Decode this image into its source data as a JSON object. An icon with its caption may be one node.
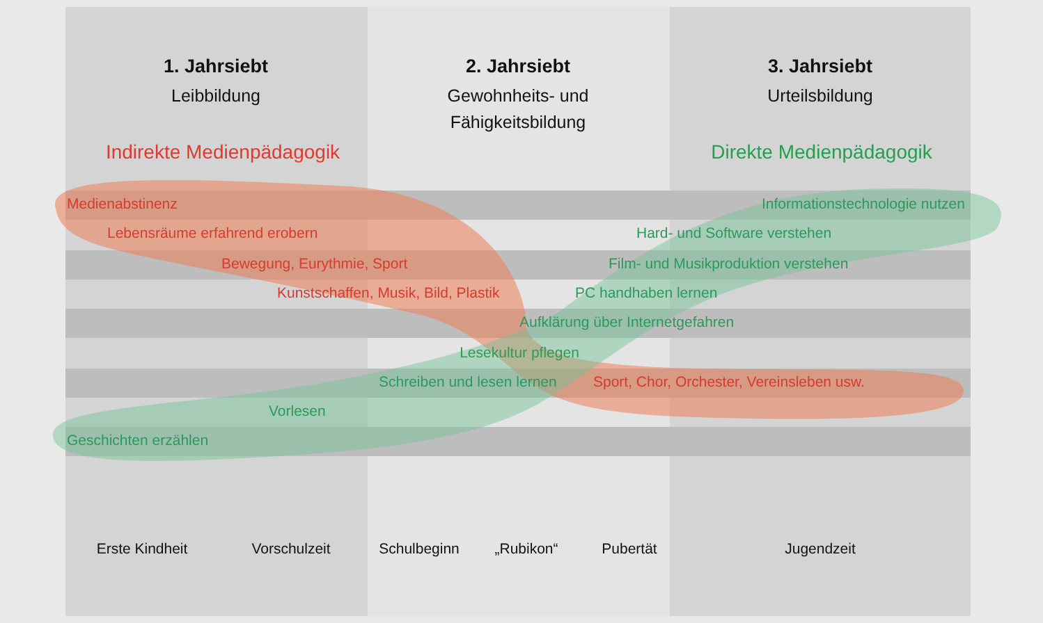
{
  "diagram": {
    "nodes": [
      {
        "text": [
          "Medienabstinenz",
          "Lebensräume erfahrend erobern",
          "Bewegung, Eurythmie, Sport",
          "Kunstschaffen, Musik, Bild, Plastik",
          "Sport, Chor, Orchester, Vereinsleben usw."
        ]
      },
      {
        "text": [
          "Informationstechnologie nutzen",
          "Hard- und Software verstehen",
          "Film- und Musikproduktion verstehen",
          "PC handhaben lernen",
          "Aufklärung über Internetgefahren",
          "Schreiben und lesen lernen",
          "Vorlesen",
          "Geschichten erzählen"
        ]
      }
    ],
    "labels": [
      "1. Jahrsiebt",
      "Leibbildung",
      "2. Jahrsiebt",
      "Gewohnheits- und Fähigkeitsbildung",
      "3. Jahrsiebt",
      "Urteilsbildung",
      "Indirekte Medienpädagogik",
      "Direkte Medienpädagogik",
      "Lesekultur pflegen",
      "Erste Kindheit",
      "Vorschulzeit",
      "Schulbeginn",
      "„Rubikon“",
      "Pubertät",
      "Jugendzeit"
    ]
  }
}
